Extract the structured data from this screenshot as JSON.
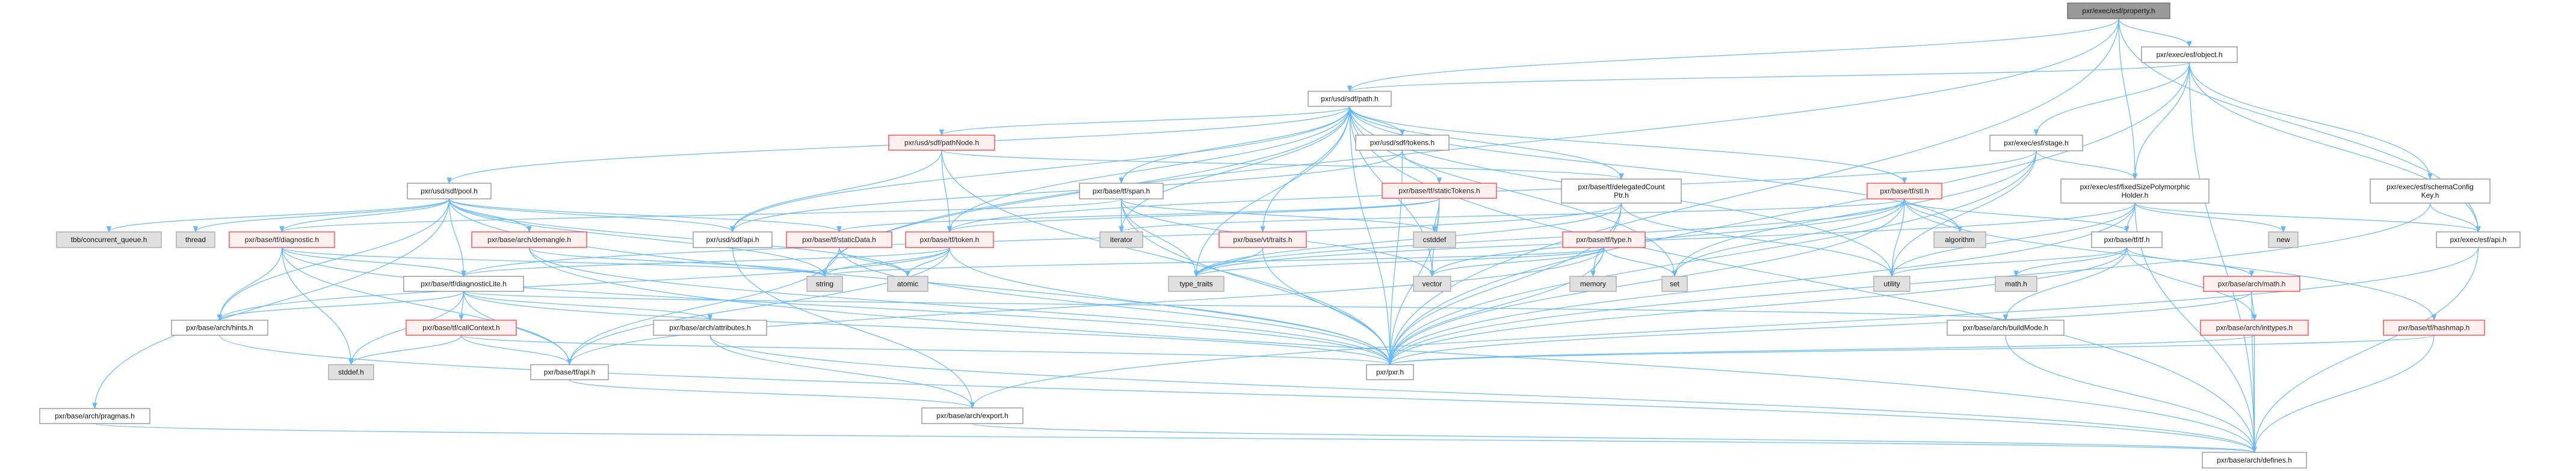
{
  "colors": {
    "edge": "#63b8ff",
    "focus_fill": "#999999",
    "truncated_border": "#ff3b3b",
    "system_fill": "#e0e0e0"
  },
  "nodes": [
    {
      "id": "property",
      "lines": [
        "pxr/exec/esf/property.h"
      ],
      "kind": "focus"
    },
    {
      "id": "object",
      "lines": [
        "pxr/exec/esf/object.h"
      ],
      "kind": "plain"
    },
    {
      "id": "path",
      "lines": [
        "pxr/usd/sdf/path.h"
      ],
      "kind": "plain"
    },
    {
      "id": "stage",
      "lines": [
        "pxr/exec/esf/stage.h"
      ],
      "kind": "plain"
    },
    {
      "id": "pathNode",
      "lines": [
        "pxr/usd/sdf/pathNode.h"
      ],
      "kind": "trunc"
    },
    {
      "id": "tokens",
      "lines": [
        "pxr/usd/sdf/tokens.h"
      ],
      "kind": "plain"
    },
    {
      "id": "pool",
      "lines": [
        "pxr/usd/sdf/pool.h"
      ],
      "kind": "plain"
    },
    {
      "id": "span",
      "lines": [
        "pxr/base/tf/span.h"
      ],
      "kind": "plain"
    },
    {
      "id": "staticTokens",
      "lines": [
        "pxr/base/tf/staticTokens.h"
      ],
      "kind": "trunc"
    },
    {
      "id": "delegated",
      "lines": [
        "pxr/base/tf/delegatedCount",
        "Ptr.h"
      ],
      "kind": "plain"
    },
    {
      "id": "stl",
      "lines": [
        "pxr/base/tf/stl.h"
      ],
      "kind": "trunc"
    },
    {
      "id": "fixedSize",
      "lines": [
        "pxr/exec/esf/fixedSizePolymorphic",
        "Holder.h"
      ],
      "kind": "plain"
    },
    {
      "id": "schemaKey",
      "lines": [
        "pxr/exec/esf/schemaConfig",
        "Key.h"
      ],
      "kind": "plain"
    },
    {
      "id": "tbb",
      "lines": [
        "tbb/concurrent_queue.h"
      ],
      "kind": "sys"
    },
    {
      "id": "thread",
      "lines": [
        "thread"
      ],
      "kind": "sys"
    },
    {
      "id": "diagnostic",
      "lines": [
        "pxr/base/tf/diagnostic.h"
      ],
      "kind": "trunc"
    },
    {
      "id": "demangle",
      "lines": [
        "pxr/base/arch/demangle.h"
      ],
      "kind": "trunc"
    },
    {
      "id": "sdfApi",
      "lines": [
        "pxr/usd/sdf/api.h"
      ],
      "kind": "plain"
    },
    {
      "id": "staticData",
      "lines": [
        "pxr/base/tf/staticData.h"
      ],
      "kind": "trunc"
    },
    {
      "id": "token",
      "lines": [
        "pxr/base/tf/token.h"
      ],
      "kind": "trunc"
    },
    {
      "id": "iterator",
      "lines": [
        "iterator"
      ],
      "kind": "sys"
    },
    {
      "id": "vtTraits",
      "lines": [
        "pxr/base/vt/traits.h"
      ],
      "kind": "trunc"
    },
    {
      "id": "cstddef",
      "lines": [
        "cstddef"
      ],
      "kind": "sys"
    },
    {
      "id": "type",
      "lines": [
        "pxr/base/tf/type.h"
      ],
      "kind": "trunc"
    },
    {
      "id": "algorithm",
      "lines": [
        "algorithm"
      ],
      "kind": "sys"
    },
    {
      "id": "tfh",
      "lines": [
        "pxr/base/tf/tf.h"
      ],
      "kind": "plain"
    },
    {
      "id": "new",
      "lines": [
        "new"
      ],
      "kind": "sys"
    },
    {
      "id": "esfApi",
      "lines": [
        "pxr/exec/esf/api.h"
      ],
      "kind": "plain"
    },
    {
      "id": "diagLite",
      "lines": [
        "pxr/base/tf/diagnosticLite.h"
      ],
      "kind": "plain"
    },
    {
      "id": "string",
      "lines": [
        "string"
      ],
      "kind": "sys"
    },
    {
      "id": "atomic",
      "lines": [
        "atomic"
      ],
      "kind": "sys"
    },
    {
      "id": "typeTraits",
      "lines": [
        "type_traits"
      ],
      "kind": "sys"
    },
    {
      "id": "vector",
      "lines": [
        "vector"
      ],
      "kind": "sys"
    },
    {
      "id": "memory",
      "lines": [
        "memory"
      ],
      "kind": "sys"
    },
    {
      "id": "set",
      "lines": [
        "set"
      ],
      "kind": "sys"
    },
    {
      "id": "utility",
      "lines": [
        "utility"
      ],
      "kind": "sys"
    },
    {
      "id": "mathh",
      "lines": [
        "math.h"
      ],
      "kind": "sys"
    },
    {
      "id": "archMath",
      "lines": [
        "pxr/base/arch/math.h"
      ],
      "kind": "trunc"
    },
    {
      "id": "hints",
      "lines": [
        "pxr/base/arch/hints.h"
      ],
      "kind": "plain"
    },
    {
      "id": "callContext",
      "lines": [
        "pxr/base/tf/callContext.h"
      ],
      "kind": "trunc"
    },
    {
      "id": "attributes",
      "lines": [
        "pxr/base/arch/attributes.h"
      ],
      "kind": "plain"
    },
    {
      "id": "buildMode",
      "lines": [
        "pxr/base/arch/buildMode.h"
      ],
      "kind": "plain"
    },
    {
      "id": "inttypes",
      "lines": [
        "pxr/base/arch/inttypes.h"
      ],
      "kind": "trunc"
    },
    {
      "id": "hashmap",
      "lines": [
        "pxr/base/tf/hashmap.h"
      ],
      "kind": "trunc"
    },
    {
      "id": "stddef",
      "lines": [
        "stddef.h"
      ],
      "kind": "sys"
    },
    {
      "id": "tfApi",
      "lines": [
        "pxr/base/tf/api.h"
      ],
      "kind": "plain"
    },
    {
      "id": "pxr",
      "lines": [
        "pxr/pxr.h"
      ],
      "kind": "plain"
    },
    {
      "id": "pragmas",
      "lines": [
        "pxr/base/arch/pragmas.h"
      ],
      "kind": "plain"
    },
    {
      "id": "export",
      "lines": [
        "pxr/base/arch/export.h"
      ],
      "kind": "plain"
    },
    {
      "id": "defines",
      "lines": [
        "pxr/base/arch/defines.h"
      ],
      "kind": "plain"
    }
  ],
  "edges": [
    [
      "property",
      "object"
    ],
    [
      "property",
      "path"
    ],
    [
      "property",
      "fixedSize"
    ],
    [
      "property",
      "esfApi"
    ],
    [
      "property",
      "pxr"
    ],
    [
      "property",
      "string"
    ],
    [
      "object",
      "path"
    ],
    [
      "object",
      "stage"
    ],
    [
      "object",
      "fixedSize"
    ],
    [
      "object",
      "schemaKey"
    ],
    [
      "object",
      "esfApi"
    ],
    [
      "object",
      "pxr"
    ],
    [
      "object",
      "defines"
    ],
    [
      "stage",
      "fixedSize"
    ],
    [
      "stage",
      "pxr"
    ],
    [
      "stage",
      "utility"
    ],
    [
      "stage",
      "token"
    ],
    [
      "stage",
      "set"
    ],
    [
      "fixedSize",
      "tfh"
    ],
    [
      "fixedSize",
      "new"
    ],
    [
      "fixedSize",
      "esfApi"
    ],
    [
      "fixedSize",
      "utility"
    ],
    [
      "fixedSize",
      "pxr"
    ],
    [
      "fixedSize",
      "typeTraits"
    ],
    [
      "fixedSize",
      "defines"
    ],
    [
      "schemaKey",
      "esfApi"
    ],
    [
      "schemaKey",
      "pxr"
    ],
    [
      "esfApi",
      "export"
    ],
    [
      "esfApi",
      "defines"
    ],
    [
      "path",
      "pool"
    ],
    [
      "path",
      "pathNode"
    ],
    [
      "path",
      "tokens"
    ],
    [
      "path",
      "span"
    ],
    [
      "path",
      "delegated"
    ],
    [
      "path",
      "stl"
    ],
    [
      "path",
      "token"
    ],
    [
      "path",
      "sdfApi"
    ],
    [
      "path",
      "vtTraits"
    ],
    [
      "path",
      "iterator"
    ],
    [
      "path",
      "set"
    ],
    [
      "path",
      "string"
    ],
    [
      "path",
      "typeTraits"
    ],
    [
      "path",
      "utility"
    ],
    [
      "path",
      "vector"
    ],
    [
      "path",
      "pxr"
    ],
    [
      "path",
      "algorithm"
    ],
    [
      "path",
      "defines"
    ],
    [
      "pathNode",
      "sdfApi"
    ],
    [
      "pathNode",
      "token"
    ],
    [
      "pathNode",
      "pxr"
    ],
    [
      "pathNode",
      "delegated"
    ],
    [
      "tokens",
      "staticTokens"
    ],
    [
      "tokens",
      "sdfApi"
    ],
    [
      "tokens",
      "pxr"
    ],
    [
      "staticTokens",
      "staticData"
    ],
    [
      "staticTokens",
      "token"
    ],
    [
      "staticTokens",
      "cstddef"
    ],
    [
      "staticTokens",
      "vector"
    ],
    [
      "staticTokens",
      "pxr"
    ],
    [
      "pool",
      "tbb"
    ],
    [
      "pool",
      "thread"
    ],
    [
      "pool",
      "diagnostic"
    ],
    [
      "pool",
      "demangle"
    ],
    [
      "pool",
      "diagLite"
    ],
    [
      "pool",
      "hints"
    ],
    [
      "pool",
      "pragmas"
    ],
    [
      "pool",
      "sdfApi"
    ],
    [
      "pool",
      "staticData"
    ],
    [
      "pool",
      "pxr"
    ],
    [
      "pool",
      "atomic"
    ],
    [
      "pool",
      "string"
    ],
    [
      "delegated",
      "diagLite"
    ],
    [
      "delegated",
      "typeTraits"
    ],
    [
      "delegated",
      "utility"
    ],
    [
      "delegated",
      "pxr"
    ],
    [
      "delegated",
      "memory"
    ],
    [
      "span",
      "diagnostic"
    ],
    [
      "span",
      "iterator"
    ],
    [
      "span",
      "typeTraits"
    ],
    [
      "span",
      "cstddef"
    ],
    [
      "span",
      "vector"
    ],
    [
      "span",
      "pxr"
    ],
    [
      "stl",
      "tfh"
    ],
    [
      "stl",
      "algorithm"
    ],
    [
      "stl",
      "utility"
    ],
    [
      "stl",
      "hashmap"
    ],
    [
      "stl",
      "iterator"
    ],
    [
      "stl",
      "set"
    ],
    [
      "stl",
      "pxr"
    ],
    [
      "stl",
      "typeTraits"
    ],
    [
      "stl",
      "vector"
    ],
    [
      "token",
      "diagLite"
    ],
    [
      "token",
      "string"
    ],
    [
      "token",
      "atomic"
    ],
    [
      "token",
      "pxr"
    ],
    [
      "token",
      "tfApi"
    ],
    [
      "token",
      "hints"
    ],
    [
      "staticData",
      "atomic"
    ],
    [
      "staticData",
      "tfApi"
    ],
    [
      "staticData",
      "pxr"
    ],
    [
      "type",
      "memory"
    ],
    [
      "type",
      "set"
    ],
    [
      "type",
      "vector"
    ],
    [
      "type",
      "typeTraits"
    ],
    [
      "type",
      "string"
    ],
    [
      "type",
      "pxr"
    ],
    [
      "type",
      "tfApi"
    ],
    [
      "vtTraits",
      "typeTraits"
    ],
    [
      "vtTraits",
      "pxr"
    ],
    [
      "diagnostic",
      "diagLite"
    ],
    [
      "diagnostic",
      "hints"
    ],
    [
      "diagnostic",
      "stddef"
    ],
    [
      "diagnostic",
      "tfApi"
    ],
    [
      "diagnostic",
      "pxr"
    ],
    [
      "diagnostic",
      "string"
    ],
    [
      "diagLite",
      "callContext"
    ],
    [
      "diagLite",
      "hints"
    ],
    [
      "diagLite",
      "stddef"
    ],
    [
      "diagLite",
      "tfApi"
    ],
    [
      "diagLite",
      "attributes"
    ],
    [
      "diagLite",
      "pxr"
    ],
    [
      "diagLite",
      "buildMode"
    ],
    [
      "demangle",
      "pxr"
    ],
    [
      "demangle",
      "string"
    ],
    [
      "demangle",
      "defines"
    ],
    [
      "callContext",
      "stddef"
    ],
    [
      "callContext",
      "tfApi"
    ],
    [
      "callContext",
      "pxr"
    ],
    [
      "hints",
      "defines"
    ],
    [
      "pragmas",
      "defines"
    ],
    [
      "tfApi",
      "export"
    ],
    [
      "attributes",
      "export"
    ],
    [
      "attributes",
      "defines"
    ],
    [
      "export",
      "defines"
    ],
    [
      "sdfApi",
      "export"
    ],
    [
      "tfh",
      "utility"
    ],
    [
      "tfh",
      "mathh"
    ],
    [
      "tfh",
      "archMath"
    ],
    [
      "tfh",
      "inttypes"
    ],
    [
      "tfh",
      "buildMode"
    ],
    [
      "tfh",
      "pxr"
    ],
    [
      "archMath",
      "inttypes"
    ],
    [
      "archMath",
      "defines"
    ],
    [
      "archMath",
      "pxr"
    ],
    [
      "inttypes",
      "defines"
    ],
    [
      "inttypes",
      "pxr"
    ],
    [
      "hashmap",
      "defines"
    ],
    [
      "hashmap",
      "pxr"
    ],
    [
      "buildMode",
      "defines"
    ]
  ]
}
